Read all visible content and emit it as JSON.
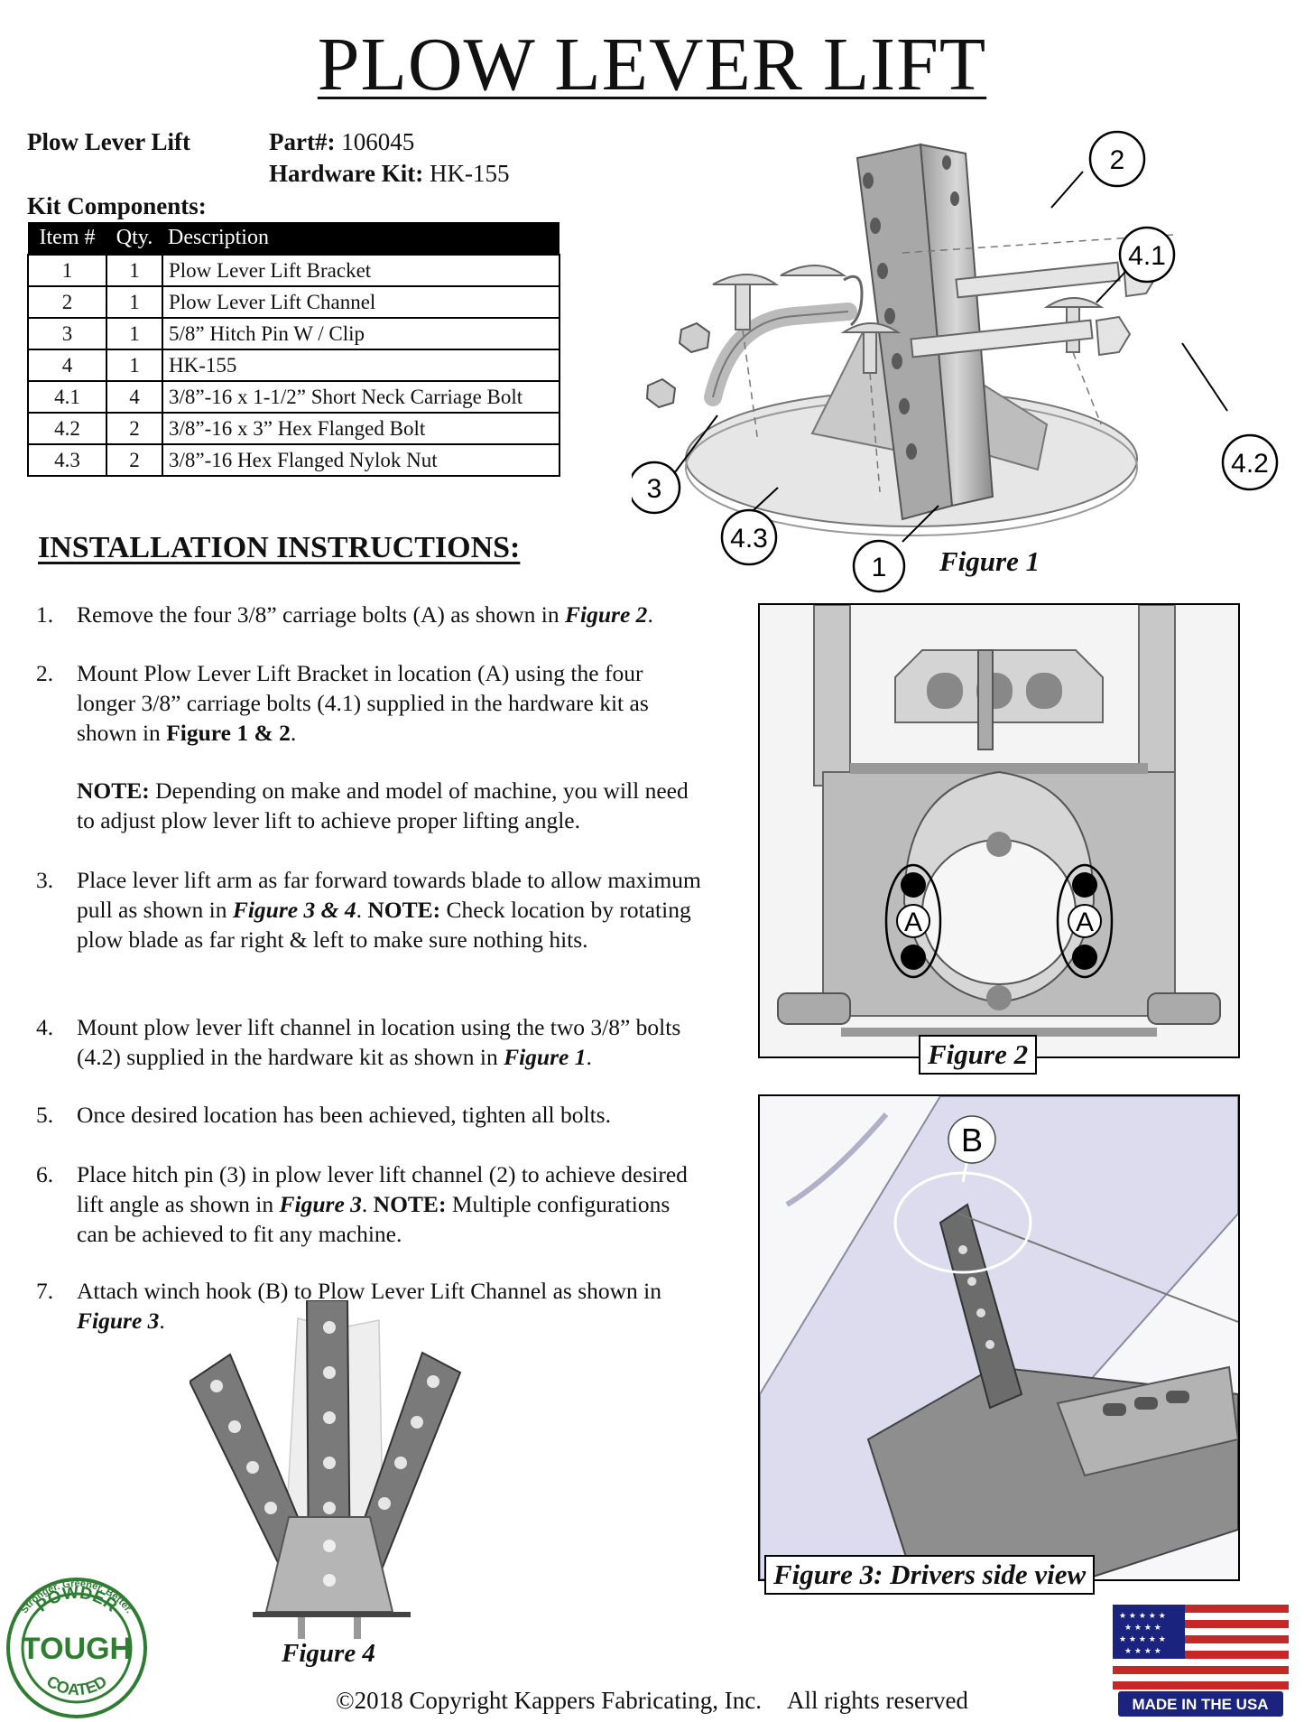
{
  "title": "PLOW LEVER LIFT",
  "header": {
    "product_name": "Plow Lever Lift",
    "part_label": "Part#:",
    "part_value": "106045",
    "kit_label": "Hardware Kit:",
    "kit_value": "HK-155",
    "components_label": "Kit Components:"
  },
  "table": {
    "headers": [
      "Item #",
      "Qty.",
      "Description"
    ],
    "rows": [
      {
        "item": "1",
        "qty": "1",
        "desc": "Plow Lever Lift Bracket"
      },
      {
        "item": "2",
        "qty": "1",
        "desc": "Plow Lever Lift Channel"
      },
      {
        "item": "3",
        "qty": "1",
        "desc": "5/8” Hitch Pin W / Clip"
      },
      {
        "item": "4",
        "qty": "1",
        "desc": "HK-155"
      },
      {
        "item": "4.1",
        "qty": "4",
        "desc": "3/8”-16 x 1-1/2” Short Neck Carriage Bolt"
      },
      {
        "item": "4.2",
        "qty": "2",
        "desc": "3/8”-16 x 3” Hex Flanged Bolt"
      },
      {
        "item": "4.3",
        "qty": "2",
        "desc": "3/8”-16 Hex Flanged Nylok Nut"
      }
    ]
  },
  "instructions": {
    "heading": "INSTALLATION INSTRUCTIONS:",
    "s1": {
      "n": "1.",
      "a": "Remove the four 3/8” carriage bolts (A) as shown in ",
      "b": "Figure 2",
      "c": "."
    },
    "s2": {
      "n": "2.",
      "a": "Mount Plow Lever Lift Bracket in location (A) using the four longer 3/8” carriage bolts (4.1) supplied in the hardware kit as shown in ",
      "b": "Figure 1 & 2",
      "c": "."
    },
    "note": {
      "label": "NOTE:",
      "text": " Depending on make and model of machine, you will need to adjust plow lever lift to achieve proper lifting angle."
    },
    "s3": {
      "n": "3.",
      "a": "Place lever lift arm as far forward towards blade to allow maximum pull as shown in ",
      "b": "Figure 3 & 4",
      "c": ". ",
      "d": "NOTE:",
      "e": " Check location by rotating plow blade as far right & left to make sure nothing hits."
    },
    "s4": {
      "n": "4.",
      "a": "Mount plow lever lift channel in location using the two 3/8” bolts (4.2) supplied in the hardware kit as shown in ",
      "b": "Figure 1",
      "c": "."
    },
    "s5": {
      "n": "5.",
      "a": "Once desired location has been achieved, tighten all bolts."
    },
    "s6": {
      "n": "6.",
      "a": "Place hitch pin (3) in plow lever lift channel (2) to achieve desired lift angle as shown in ",
      "b": "Figure 3",
      "c": ". ",
      "d": "NOTE:",
      "e": " Multiple configurations can be achieved to fit any machine."
    },
    "s7": {
      "n": "7.",
      "a": "Attach winch hook (B) to Plow Lever Lift Channel as shown in ",
      "b": "Figure 3",
      "c": "."
    }
  },
  "figures": {
    "fig1": {
      "caption": "Figure 1",
      "callouts": [
        "1",
        "2",
        "3",
        "4.1",
        "4.2",
        "4.3"
      ]
    },
    "fig2": {
      "caption": "Figure 2",
      "callouts": [
        "A",
        "A"
      ]
    },
    "fig3": {
      "caption": "Figure 3: Drivers side view",
      "callout": "B"
    },
    "fig4": {
      "caption": "Figure 4"
    }
  },
  "logos": {
    "powder": {
      "top_text": "Stronger. Greener. Better.",
      "ring": "POWDER",
      "main": "TOUGH",
      "bottom": "COATED"
    },
    "usa": {
      "label": "MADE IN THE USA"
    }
  },
  "footer": {
    "copyright": "©2018 Copyright Kappers Fabricating, Inc.",
    "rights": "All rights reserved"
  }
}
